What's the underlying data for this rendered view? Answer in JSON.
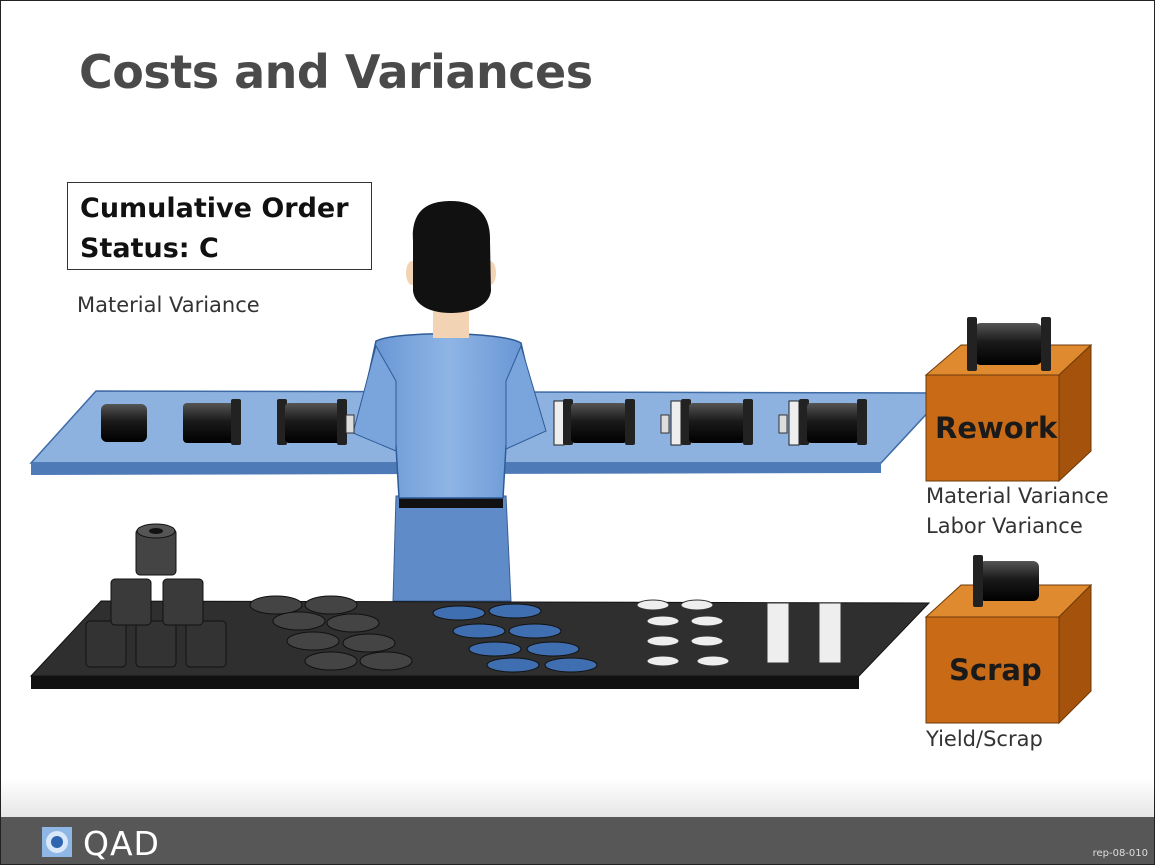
{
  "slide": {
    "title": "Costs and Variances",
    "status_box": {
      "line1": "Cumulative Order",
      "line2": "Status: C"
    },
    "material_variance_label": "Material Variance",
    "rework": {
      "box_label": "Rework",
      "variances": [
        "Material Variance",
        "Labor Variance"
      ]
    },
    "scrap": {
      "box_label": "Scrap",
      "variance": "Yield/Scrap"
    },
    "footer": {
      "logo_text": "QAD",
      "slide_code": "rep-08-010"
    }
  },
  "colors": {
    "conveyor": "#7fa8d8",
    "table": "#2b2b2b",
    "box": "#c96a17",
    "footer": "#575757",
    "title": "#4a4a4a"
  }
}
